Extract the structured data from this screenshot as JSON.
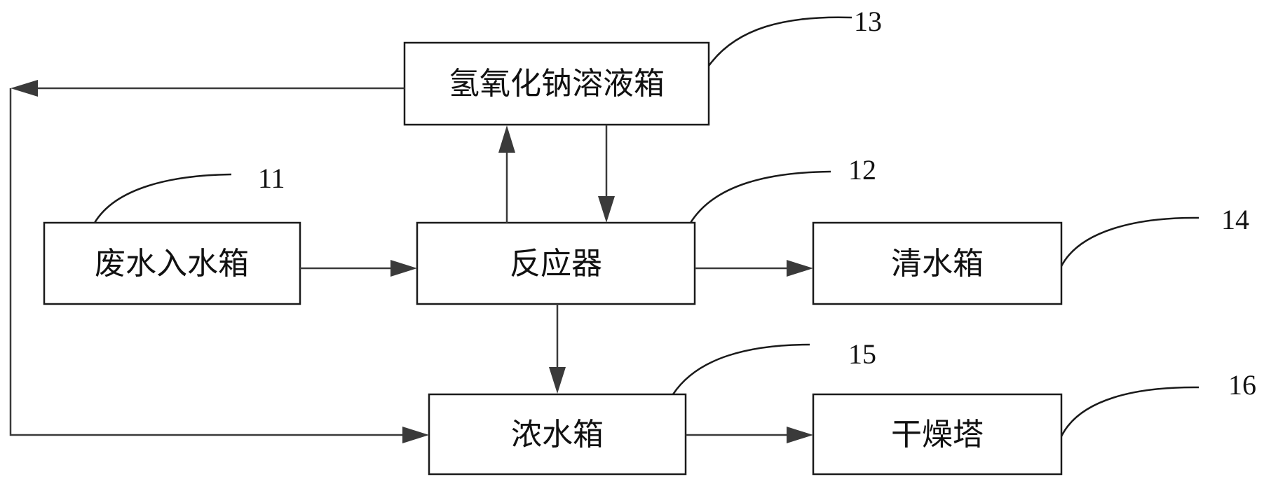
{
  "diagram": {
    "boxes": {
      "naoh_tank": {
        "label": "氢氧化钠溶液箱",
        "ref": "13"
      },
      "wastewater_inlet_tank": {
        "label": "废水入水箱",
        "ref": "11"
      },
      "reactor": {
        "label": "反应器",
        "ref": "12"
      },
      "clean_water_tank": {
        "label": "清水箱",
        "ref": "14"
      },
      "concentrate_tank": {
        "label": "浓水箱",
        "ref": "15"
      },
      "drying_tower": {
        "label": "干燥塔",
        "ref": "16"
      }
    },
    "edges": [
      {
        "from": "wastewater_inlet_tank",
        "to": "reactor"
      },
      {
        "from": "reactor",
        "to": "naoh_tank"
      },
      {
        "from": "naoh_tank",
        "to": "reactor"
      },
      {
        "from": "reactor",
        "to": "clean_water_tank"
      },
      {
        "from": "reactor",
        "to": "concentrate_tank"
      },
      {
        "from": "naoh_tank",
        "to": "concentrate_tank"
      },
      {
        "from": "concentrate_tank",
        "to": "drying_tower"
      }
    ],
    "colors": {
      "line": "#3a3a3a",
      "box_border": "#1a1a1a",
      "text": "#111111",
      "background": "#ffffff"
    }
  }
}
